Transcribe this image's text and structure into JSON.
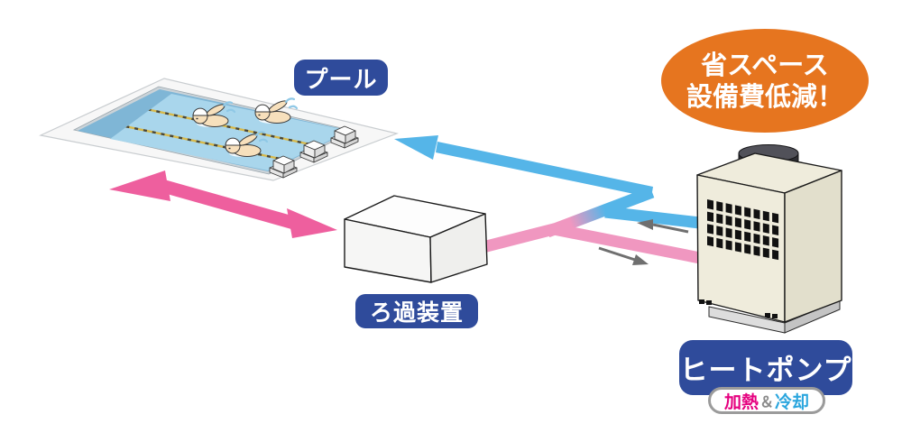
{
  "scene": {
    "pool_label": "プール",
    "filter_label": "ろ過装置",
    "heat_pump_label": "ヒートポンプ",
    "badge_line1": "省スペース",
    "badge_line2": "設備費低減！",
    "pill_heat": "加熱",
    "pill_amp": "＆",
    "pill_cool": "冷却"
  },
  "colors": {
    "label_bg": "#2F4B9B",
    "badge_orange": "#E6751F",
    "arrow_pink": "#EE5F9E",
    "pipe_pink": "#F097C0",
    "pipe_blue": "#55B5E8",
    "flow_gray": "#6F6F6F",
    "pill_heat_text": "#E5007F",
    "pill_cool_text": "#2BA6DE",
    "pool_water": "#A9D6EC",
    "pool_wall": "#7FB6D6",
    "heat_pump_body": "#EFECDC"
  }
}
